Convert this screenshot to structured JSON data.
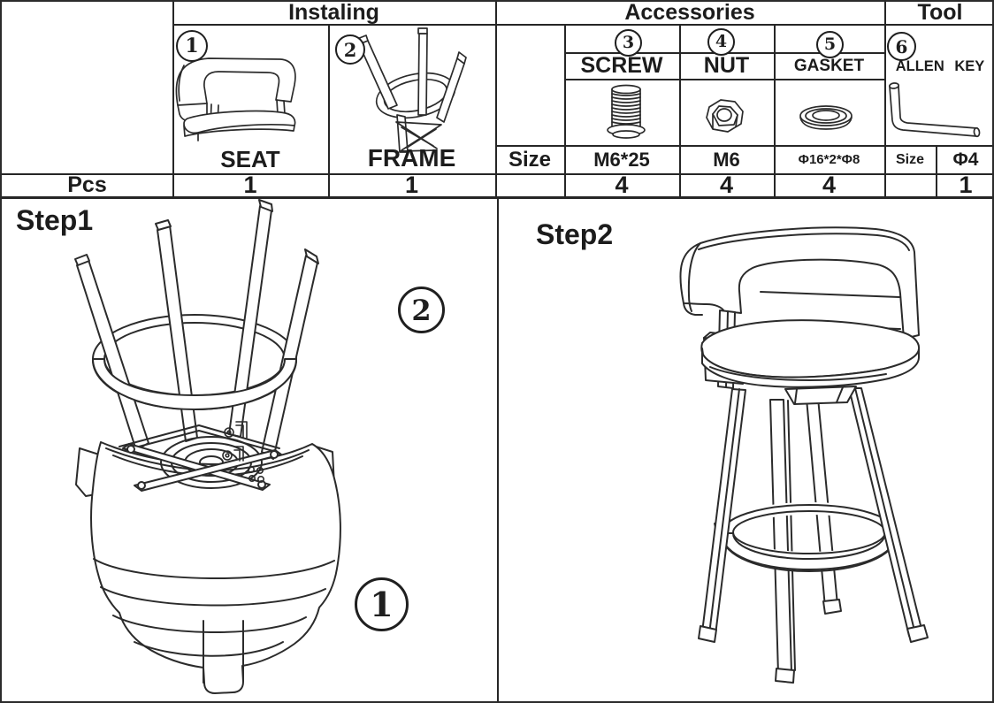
{
  "table": {
    "headers": {
      "installing": "Instaling",
      "accessories": "Accessories",
      "tool": "Tool"
    },
    "row_labels": {
      "size": "Size",
      "pcs": "Pcs"
    },
    "parts": [
      {
        "num": "1",
        "name": "SEAT",
        "pcs": "1",
        "icon": "seat-icon"
      },
      {
        "num": "2",
        "name": "FRAME",
        "pcs": "1",
        "icon": "frame-icon"
      },
      {
        "num": "3",
        "name": "SCREW",
        "size": "M6*25",
        "pcs": "4",
        "icon": "screw-icon"
      },
      {
        "num": "4",
        "name": "NUT",
        "size": "M6",
        "pcs": "4",
        "icon": "nut-icon"
      },
      {
        "num": "5",
        "name": "GASKET",
        "size": "Φ16*2*Φ8",
        "pcs": "4",
        "icon": "gasket-icon"
      },
      {
        "num": "6",
        "name": "ALLEN KEY",
        "size_label": "Size",
        "size": "Φ4",
        "pcs": "1",
        "icon": "allen-key-icon"
      }
    ]
  },
  "steps": [
    {
      "label": "Step1",
      "callouts": [
        "2",
        "1"
      ]
    },
    {
      "label": "Step2"
    }
  ],
  "colors": {
    "line": "#262626",
    "ink": "#2b2b2b",
    "background": "#ffffff"
  }
}
